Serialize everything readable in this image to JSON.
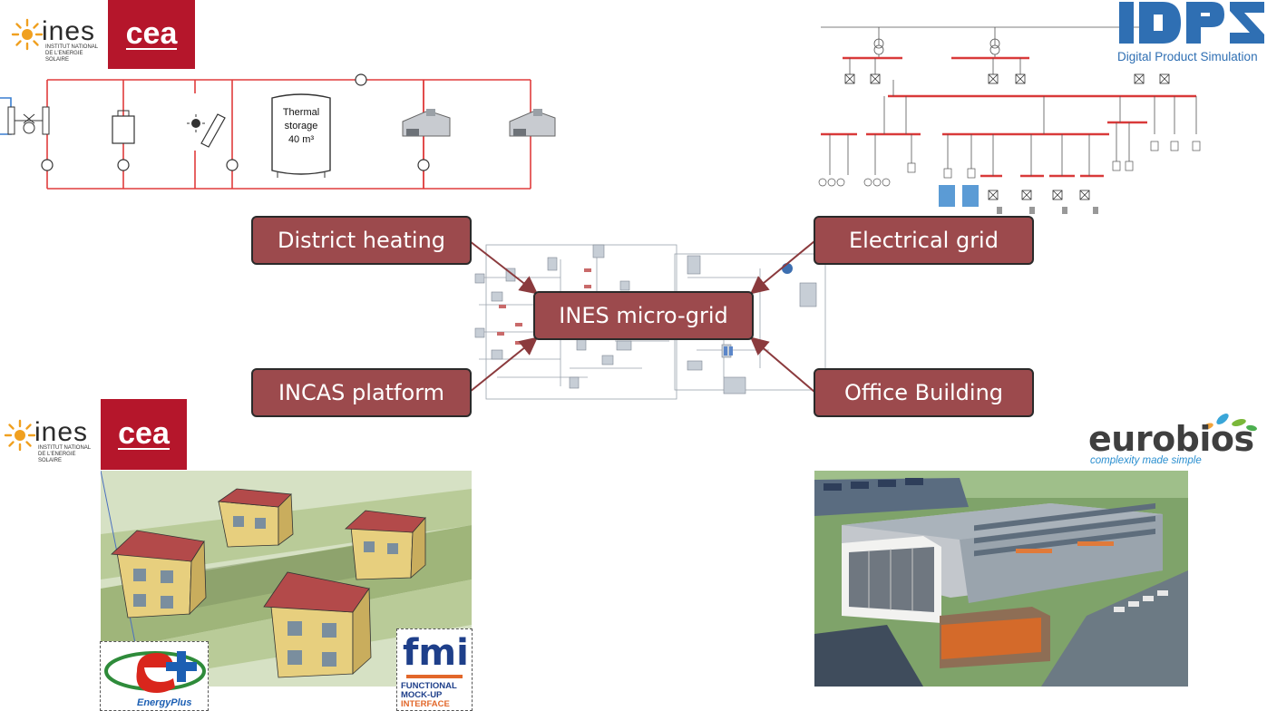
{
  "labels": {
    "district_heating": "District heating",
    "electrical_grid": "Electrical grid",
    "ines_microgrid": "INES micro-grid",
    "incas_platform": "INCAS platform",
    "office_building": "Office Building"
  },
  "logos": {
    "ines_word": "ines",
    "ines_sub1": "INSTITUT NATIONAL",
    "ines_sub2": "DE L'ENERGIE SOLAIRE",
    "cea": "cea",
    "dps_line": "Digital Product Simulation",
    "eurobios": "eurobios",
    "eurobios_tagline": "complexity made simple",
    "energyplus": "EnergyPlus",
    "fmi": "fmi",
    "fmi_sub1": "FUNCTIONAL",
    "fmi_sub2": "MOCK-UP",
    "fmi_sub3": "INTERFACE"
  },
  "heating_diagram": {
    "storage_line1": "Thermal",
    "storage_line2": "storage",
    "storage_line3": "40 m³"
  },
  "colors": {
    "label_fill": "#9c4a4d",
    "pipe_red": "#e03c3c",
    "cea_red": "#b5162b",
    "dps_blue": "#2f6fb3",
    "grid_bus": "#d93a3a"
  }
}
